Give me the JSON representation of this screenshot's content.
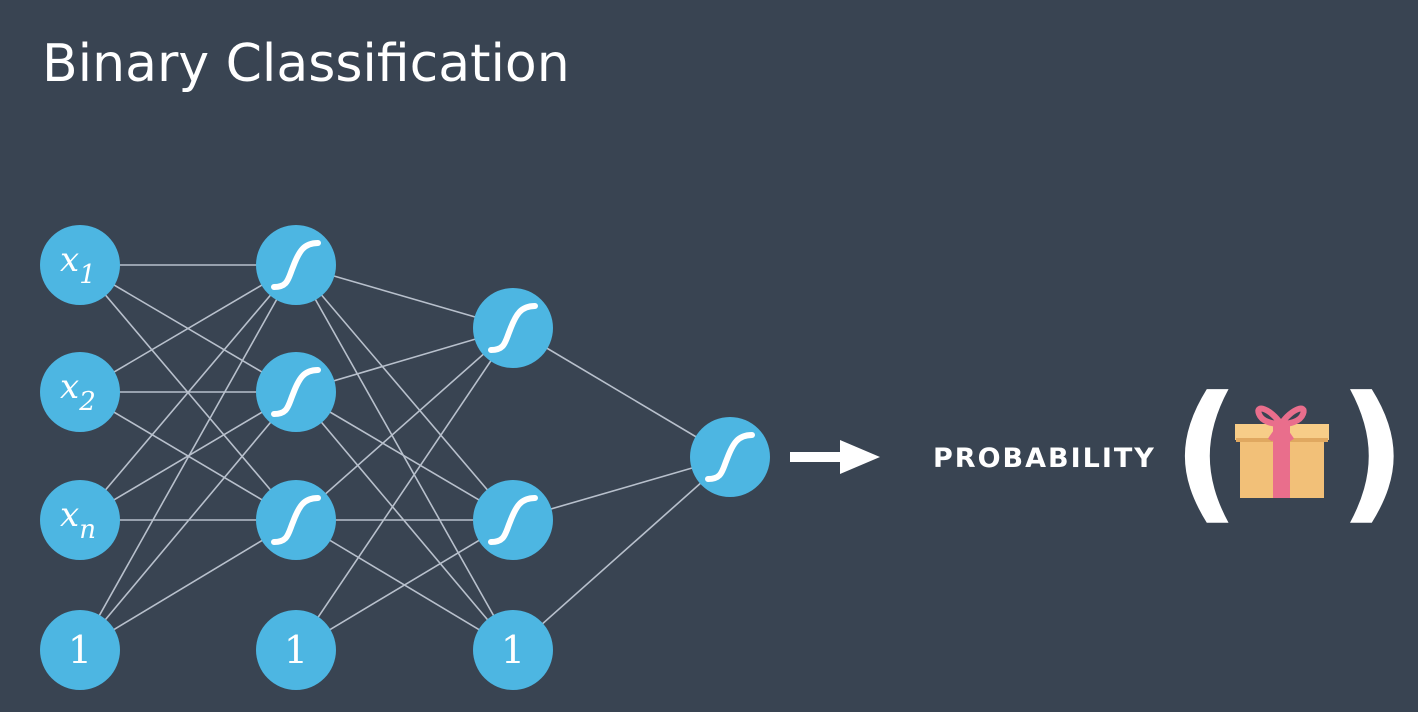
{
  "title": "Binary Classification",
  "output_label": "PROBABILITY",
  "inputs": [
    {
      "base": "x",
      "sub": "1"
    },
    {
      "base": "x",
      "sub": "2"
    },
    {
      "base": "x",
      "sub": "n"
    }
  ],
  "bias_label": "1",
  "colors": {
    "background": "#394452",
    "node": "#4db6e2",
    "edge": "#b8c0cc",
    "gift_box": "#f2c078",
    "gift_ribbon": "#e96e8c"
  },
  "icons": [
    "sigmoid-icon",
    "right-arrow-icon",
    "gift-icon"
  ]
}
